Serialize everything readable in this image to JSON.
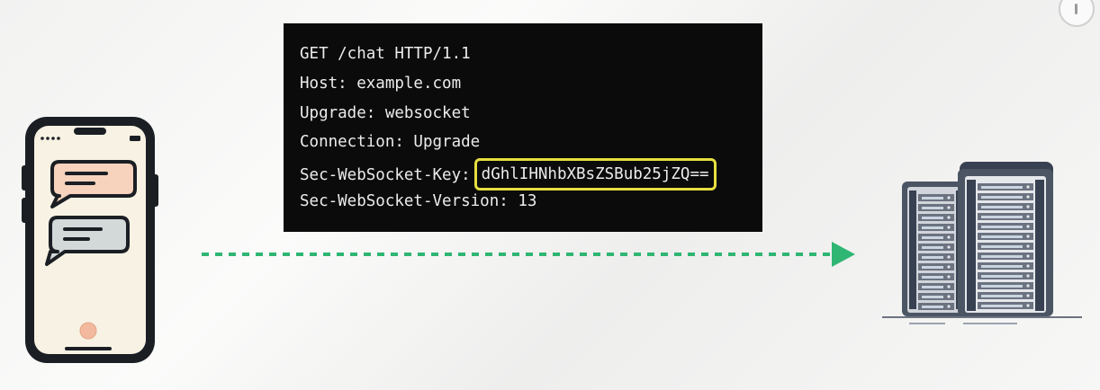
{
  "http_request": {
    "request_line": "GET /chat HTTP/1.1",
    "host_line": "Host: example.com",
    "upgrade_line": "Upgrade: websocket",
    "connection_line": "Connection: Upgrade",
    "key_label": "Sec-WebSocket-Key:",
    "key_value": "dGhlIHNhbXBsZSBub25jZQ==",
    "version_line": "Sec-WebSocket-Version: 13"
  },
  "colors": {
    "highlight_border": "#e6de3f",
    "arrow": "#2fb673",
    "panel_bg": "#0b0b0b",
    "phone_body": "#1b1f24",
    "server_body": "#4b5563"
  },
  "icons": [
    "smartphone-icon",
    "chat-bubble-icon",
    "server-rack-icon",
    "dashed-arrow-icon",
    "info-icon"
  ]
}
